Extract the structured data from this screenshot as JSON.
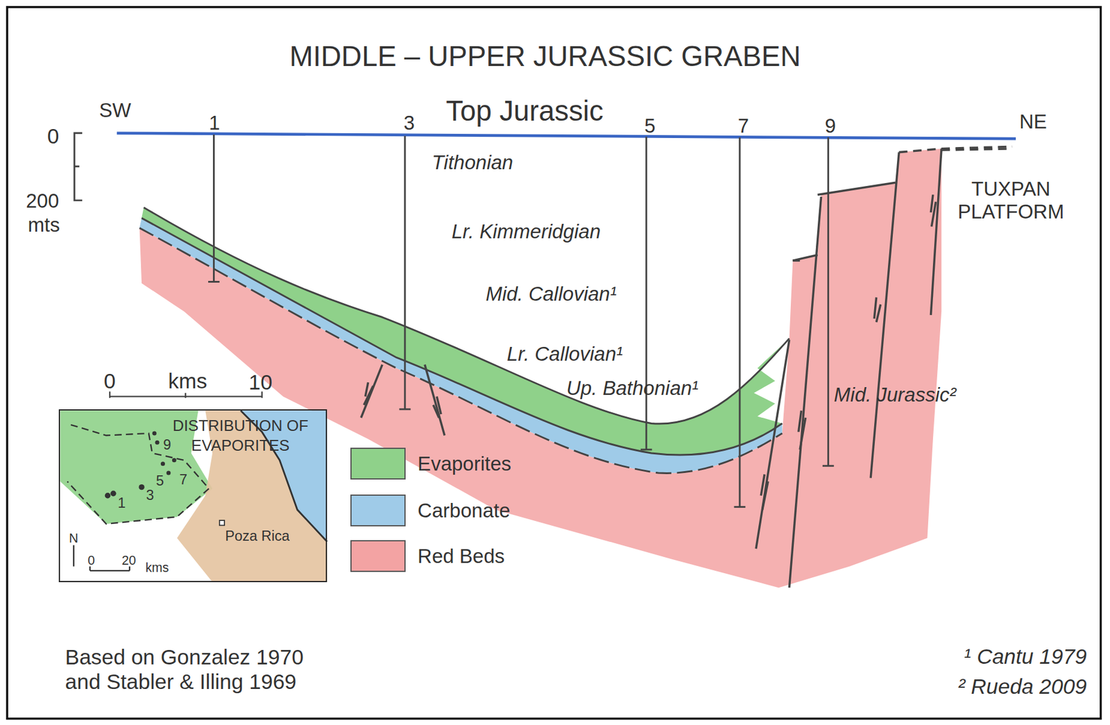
{
  "diagram": {
    "title": "MIDDLE – UPPER JURASSIC GRABEN",
    "nodes": [
      {
        "text": [
          "DISTRIBUTION OF EVAPORITES"
        ]
      }
    ],
    "labels": [
      "SW",
      "NE",
      "Top Jurassic",
      "1",
      "3",
      "5",
      "7",
      "9",
      "0",
      "200",
      "mts",
      "Tithonian",
      "Lr. Kimmeridgian",
      "Mid. Callovian¹",
      "Lr. Callovian¹",
      "Up. Bathonian¹",
      "TUXPAN PLATFORM",
      "Mid. Jurassic²",
      "0",
      "kms",
      "10",
      "9",
      "5",
      "7",
      "1",
      "3",
      "Poza Rica",
      "N",
      "0",
      "20",
      "kms",
      "Based on Gonzalez 1970 and Stabler & Illing 1969",
      "¹ Cantu 1979",
      "² Rueda 2009"
    ],
    "legend": [
      {
        "text": "Evaporites",
        "color": "#8fd18a"
      },
      {
        "text": "Carbonate",
        "color": "#9fcbe8"
      },
      {
        "text": "Red Beds",
        "color": "#f3a3a3"
      }
    ]
  }
}
